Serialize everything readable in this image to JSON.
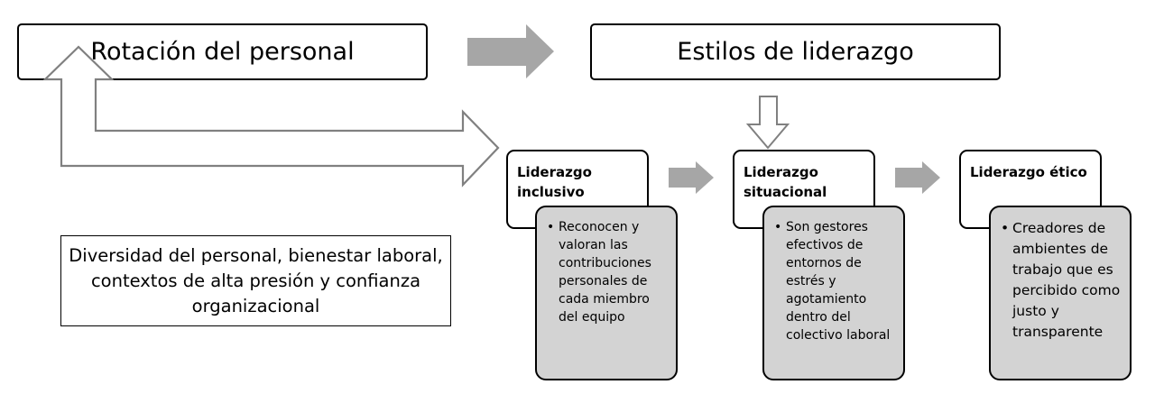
{
  "top": {
    "left_title": "Rotación del personal",
    "right_title": "Estilos de liderazgo"
  },
  "summary": {
    "text": "Diversidad del personal, bienestar laboral, contextos de alta presión y confianza organizacional"
  },
  "styles": [
    {
      "title": "Liderazgo inclusivo",
      "bullet": "Reconocen y valoran las contribuciones personales de cada miembro del equipo"
    },
    {
      "title": "Liderazgo situacional",
      "bullet": "Son gestores efectivos de entornos de estrés y agotamiento dentro del colectivo laboral"
    },
    {
      "title": "Liderazgo ético",
      "bullet": "Creadores de ambientes de trabajo que es percibido como justo y transparente"
    }
  ],
  "colors": {
    "arrow_fill": "#a6a6a6",
    "detail_fill": "#d3d3d3",
    "outline": "#808080"
  }
}
